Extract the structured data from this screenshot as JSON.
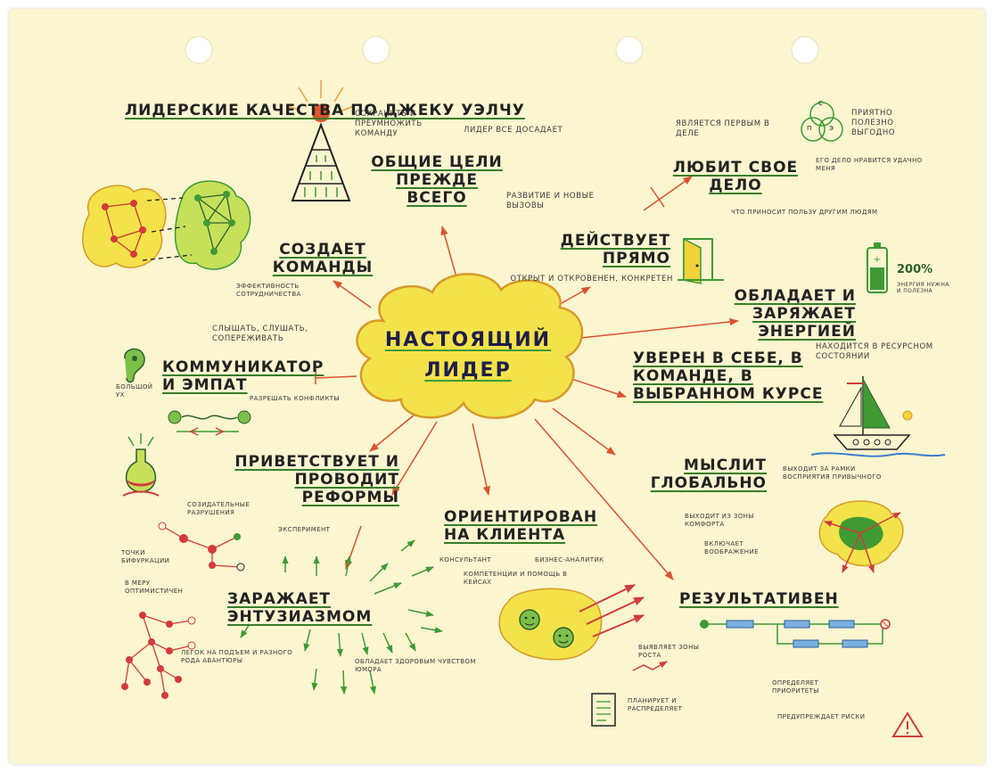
{
  "title": "ЛИДЕРСКИЕ КАЧЕСТВА ПО ДЖЕКУ УЭЛЧУ",
  "center": "НАСТОЯЩИЙ ЛИДЕР",
  "colors": {
    "paper": "#fbf5d0",
    "cloud": "#f3e24a",
    "cloud_outline": "#d89a2a",
    "arrow": "#d9532f",
    "ink": "#1e1e4a"
  },
  "branches": {
    "goals": {
      "label": "ОБЩИЕ ЦЕЛИ ПРЕЖДЕ ВСЕГО",
      "n1": "СОХРАНИТЬ И ПРЕУМНОЖИТЬ КОМАНДУ",
      "n2": "ЛИДЕР ВСЕ ДОСАДАЕТ",
      "n3": "РАЗВИТИЕ И НОВЫЕ ВЫЗОВЫ"
    },
    "love": {
      "label": "ЛЮБИТ СВОЕ ДЕЛО",
      "n1": "ЯВЛЯЕТСЯ ПЕРВЫМ В ДЕЛЕ",
      "n2": "ЕГО ДЕЛО НРАВИТСЯ УДАЧНО МЕНЯ",
      "n3": "ПРИЯТНО ПОЛЕЗНО ВЫГОДНО",
      "n4": "ЧТО ПРИНОСИТ ПОЛЬЗУ ДРУГИМ ЛЮДЯМ",
      "venn_c": "С",
      "venn_p": "П",
      "venn_e": "Э"
    },
    "team": {
      "label": "СОЗДАЕТ КОМАНДЫ",
      "n1": "ЭФФЕКТИВНОСТЬ СОТРУДНИЧЕСТВА"
    },
    "direct": {
      "label": "ДЕЙСТВУЕТ ПРЯМО",
      "n1": "ОТКРЫТ И ОТКРОВЕНЕН, КОНКРЕТЕН"
    },
    "energy": {
      "label": "ОБЛАДАЕТ И ЗАРЯЖАЕТ ЭНЕРГИЕЙ",
      "n1": "НАХОДИТСЯ В РЕСУРСНОМ СОСТОЯНИИ",
      "battery": "200%",
      "battery_note": "ЭНЕРГИЯ НУЖНА И ПОЛЕЗНА"
    },
    "communicator": {
      "label": "КОММУНИКАТОР И ЭМПАТ",
      "n1": "СЛЫШАТЬ, СЛУШАТЬ, СОПЕРЕЖИВАТЬ",
      "n2": "РАЗРЕШАТЬ КОНФЛИКТЫ",
      "n3": "БОЛЬШОЙ УХ"
    },
    "confident": {
      "label": "УВЕРЕН В СЕБЕ, В КОМАНДЕ, В ВЫБРАННОМ КУРСЕ"
    },
    "reforms": {
      "label": "ПРИВЕТСТВУЕТ И ПРОВОДИТ РЕФОРМЫ",
      "n1": "СОЗИДАТЕЛЬНЫЕ РАЗРУШЕНИЯ",
      "n2": "ЭКСПЕРИМЕНТ",
      "n3": "ТОЧКИ БИФУРКАЦИИ"
    },
    "global": {
      "label": "МЫСЛИТ ГЛОБАЛЬНО",
      "n1": "ВЫХОДИТ ЗА РАМКИ ВОСПРИЯТИЯ ПРИВЫЧНОГО",
      "n2": "ВЫХОДИТ ИЗ ЗОНЫ КОМФОРТА",
      "n3": "ВКЛЮЧАЕТ ВООБРАЖЕНИЕ"
    },
    "client": {
      "label": "ОРИЕНТИРОВАН НА КЛИЕНТА",
      "n1": "КОНСУЛЬТАНТ",
      "n2": "БИЗНЕС-АНАЛИТИК",
      "n3": "КОМПЕТЕНЦИИ И ПОМОЩЬ В КЕЙСАХ"
    },
    "enthusiasm": {
      "label": "ЗАРАЖАЕТ ЭНТУЗИАЗМОМ",
      "n1": "В МЕРУ ОПТИМИСТИЧЕН",
      "n2": "ЛЕГОК НА ПОДЪЕМ И РАЗНОГО РОДА АВАНТЮРЫ",
      "n3": "ОБЛАДАЕТ ЗДОРОВЫМ ЧУВСТВОМ ЮМОРА"
    },
    "result": {
      "label": "РЕЗУЛЬТАТИВЕН",
      "n1": "ВЫЯВЛЯЕТ ЗОНЫ РОСТА",
      "n2": "ОПРЕДЕЛЯЕТ ПРИОРИТЕТЫ",
      "n3": "ПЛАНИРУЕТ И РАСПРЕДЕЛЯЕТ",
      "n4": "ПРЕДУПРЕЖДАЕТ РИСКИ"
    }
  }
}
